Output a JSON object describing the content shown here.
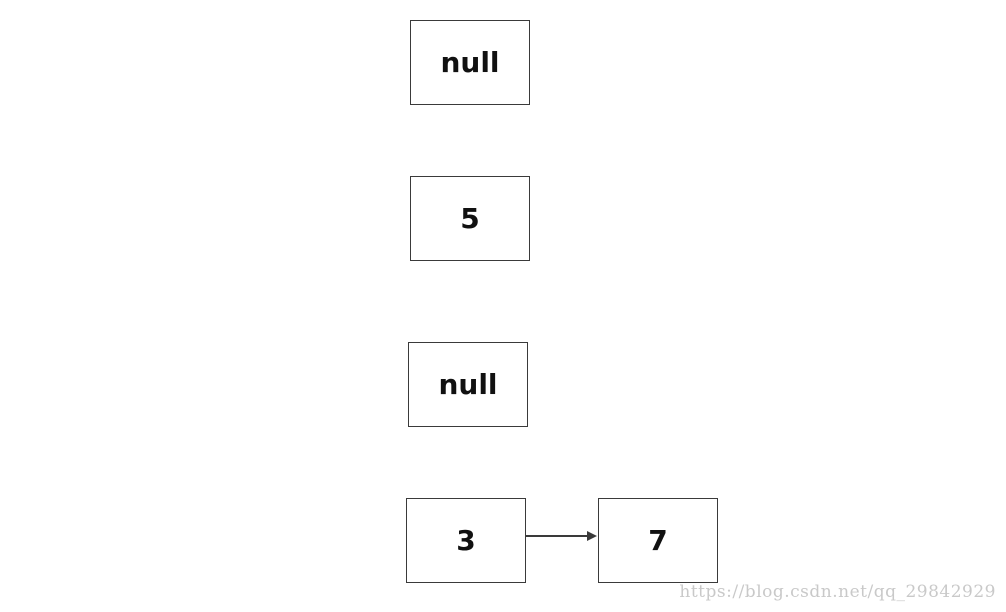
{
  "nodes": [
    "null",
    "5",
    "null",
    "3",
    "7"
  ],
  "links": [
    {
      "from": "3",
      "to": "7"
    }
  ],
  "watermark": "https://blog.csdn.net/qq_29842929",
  "colors": {
    "border": "#3a3a3a",
    "text": "#111111",
    "arrow": "#3a3a3a",
    "watermark": "#c9c9c9",
    "background": "#ffffff"
  }
}
